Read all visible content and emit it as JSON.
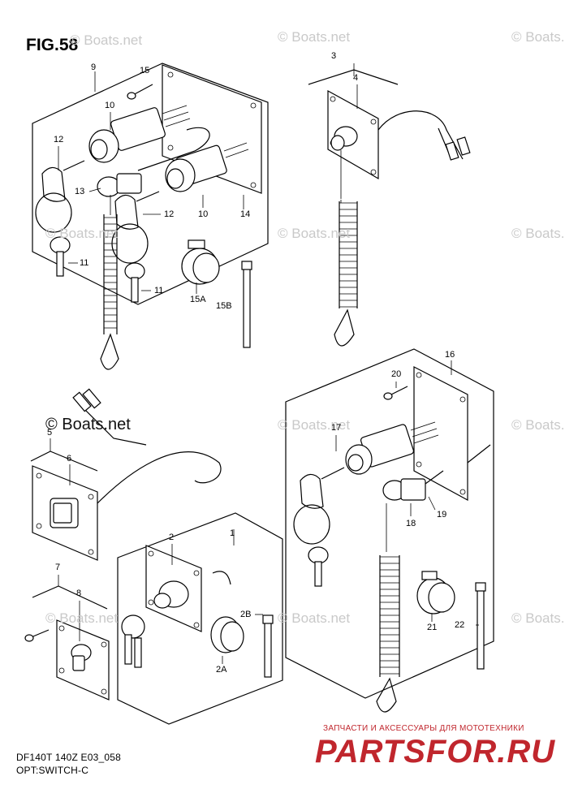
{
  "figure": {
    "title": "FIG.58"
  },
  "watermarks": {
    "text": "© Boats.net",
    "emphasized_text": "© Boats.net"
  },
  "parts": [
    {
      "id": "p9",
      "label": "9"
    },
    {
      "id": "p15",
      "label": "15"
    },
    {
      "id": "p10a",
      "label": "10"
    },
    {
      "id": "p12a",
      "label": "12"
    },
    {
      "id": "p13",
      "label": "13"
    },
    {
      "id": "p11a",
      "label": "11"
    },
    {
      "id": "p12b",
      "label": "12"
    },
    {
      "id": "p10b",
      "label": "10"
    },
    {
      "id": "p14",
      "label": "14"
    },
    {
      "id": "p11b",
      "label": "11"
    },
    {
      "id": "p15a",
      "label": "15A"
    },
    {
      "id": "p15b",
      "label": "15B"
    },
    {
      "id": "p3",
      "label": "3"
    },
    {
      "id": "p4",
      "label": "4"
    },
    {
      "id": "p16",
      "label": "16"
    },
    {
      "id": "p20",
      "label": "20"
    },
    {
      "id": "p17",
      "label": "17"
    },
    {
      "id": "p18",
      "label": "18"
    },
    {
      "id": "p19",
      "label": "19"
    },
    {
      "id": "p21",
      "label": "21"
    },
    {
      "id": "p22",
      "label": "22"
    },
    {
      "id": "p5",
      "label": "5"
    },
    {
      "id": "p6",
      "label": "6"
    },
    {
      "id": "p1",
      "label": "1"
    },
    {
      "id": "p2",
      "label": "2"
    },
    {
      "id": "p2b",
      "label": "2B"
    },
    {
      "id": "p2a",
      "label": "2A"
    },
    {
      "id": "p7",
      "label": "7"
    },
    {
      "id": "p8",
      "label": "8"
    }
  ],
  "footer": {
    "model": "DF140T 140Z E03_058",
    "group": "OPT:SWITCH-C"
  },
  "store": {
    "tagline": "ЗАПЧАСТИ И АКСЕССУАРЫ ДЛЯ МОТОТЕХНИКИ",
    "logo": "PARTSFOR.RU"
  }
}
